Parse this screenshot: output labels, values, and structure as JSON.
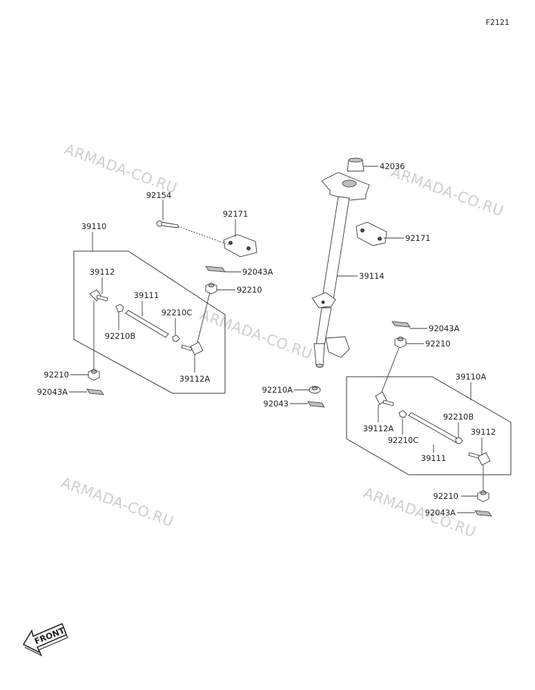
{
  "figure_ref": "F2121",
  "watermark": "ARMADA-CO.RU",
  "front_label": "FRONT",
  "labels": {
    "p42036": "42036",
    "p92154": "92154",
    "p92171_left": "92171",
    "p92171_right": "92171",
    "p39110": "39110",
    "p39112_left": "39112",
    "p92043A_top": "92043A",
    "p92210_left_top": "92210",
    "p39111_left": "39111",
    "p92210C_left": "92210C",
    "p92210B_left": "92210B",
    "p39114": "39114",
    "p39112A_left": "39112A",
    "p92210_left_bottom": "92210",
    "p92043A_left_bottom": "92043A",
    "p92210A": "92210A",
    "p92043": "92043",
    "p92043A_right_top": "92043A",
    "p92210_right_top": "92210",
    "p39110A": "39110A",
    "p39112A_right": "39112A",
    "p92210B_right": "92210B",
    "p39112_right": "39112",
    "p92210C_right": "92210C",
    "p39111_right": "39111",
    "p92210_right_bottom": "92210",
    "p92043A_right_bottom": "92043A"
  }
}
